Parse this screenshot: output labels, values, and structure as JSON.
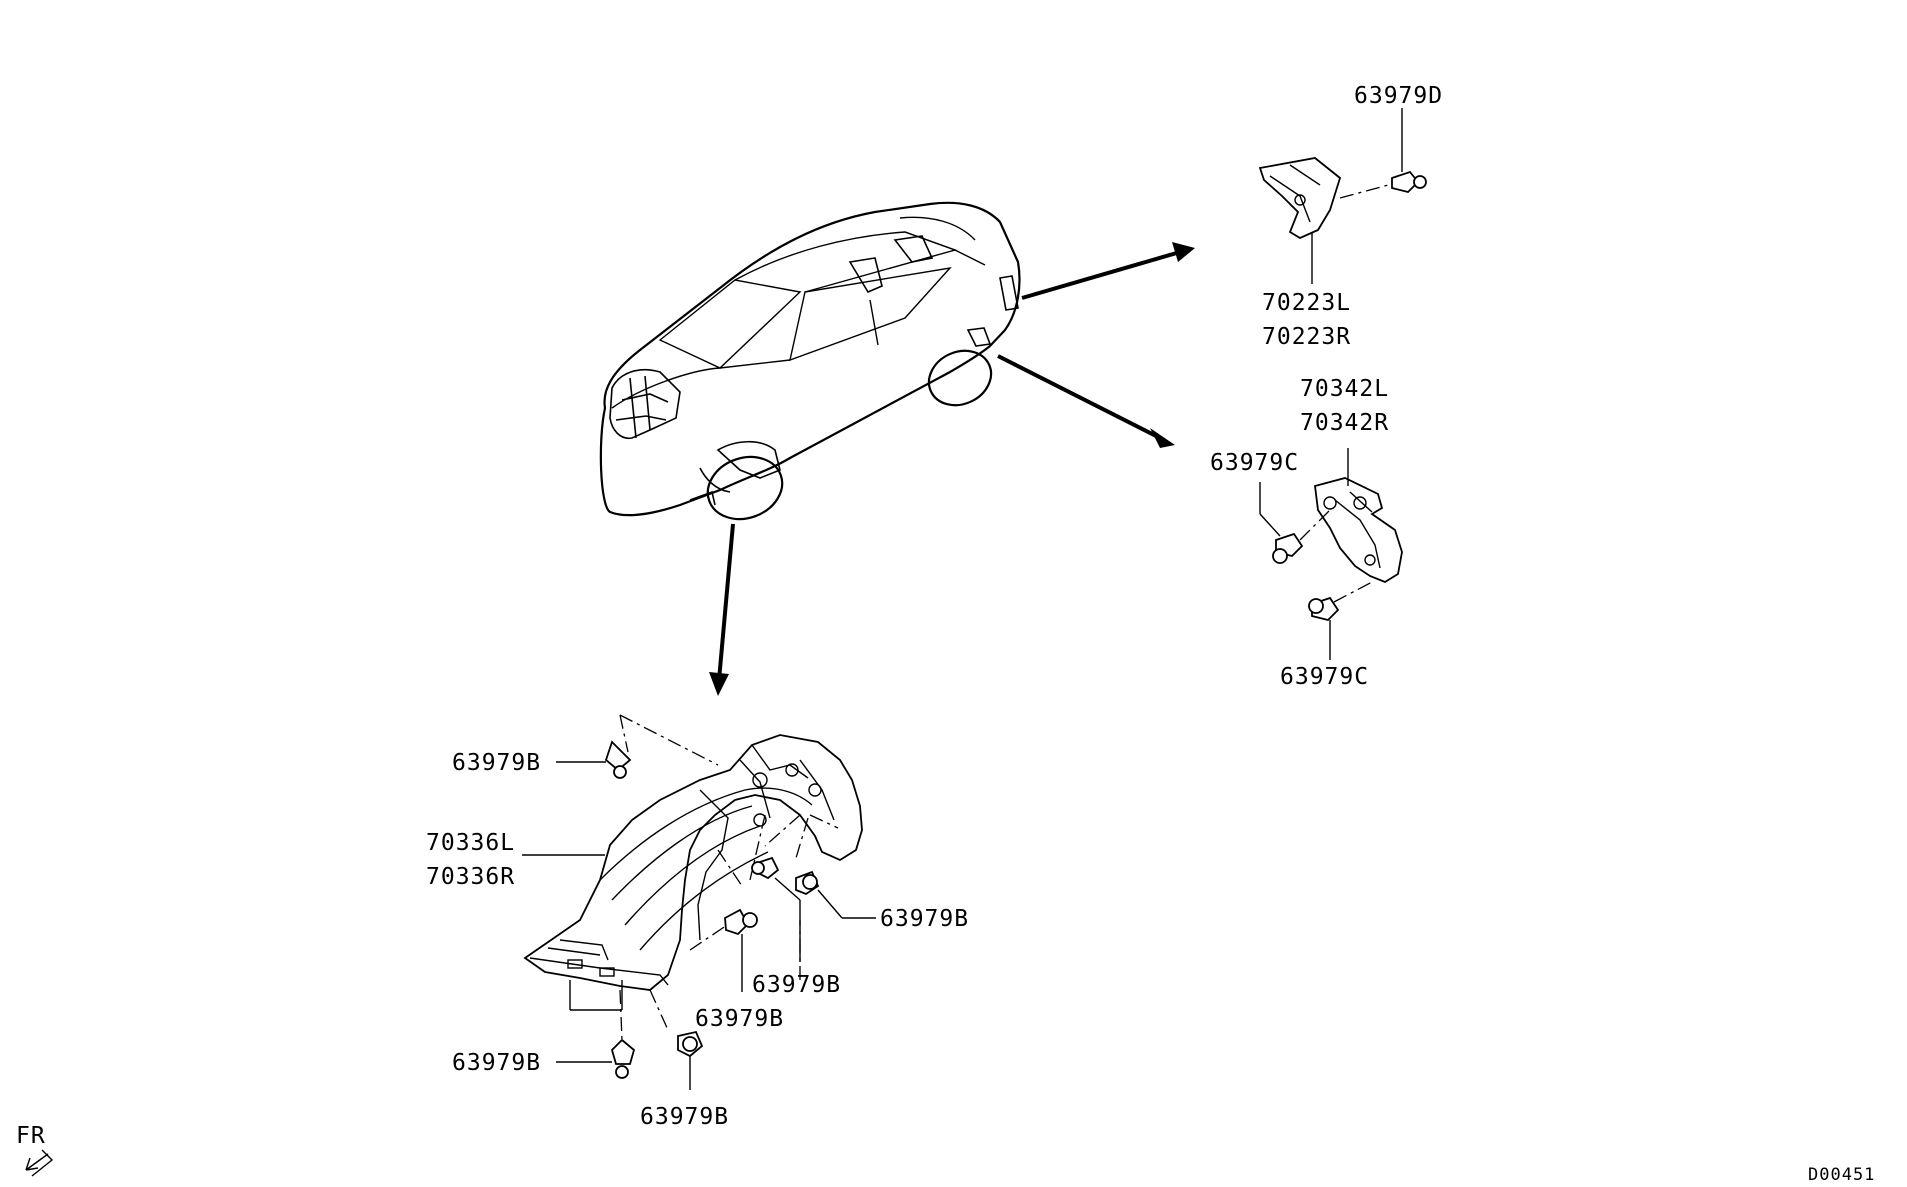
{
  "labels": {
    "p63979D": "63979D",
    "p70223L": "70223L",
    "p70223R": "70223R",
    "p70342L": "70342L",
    "p70342R": "70342R",
    "p63979C_a": "63979C",
    "p63979C_b": "63979C",
    "p63979B_1": "63979B",
    "p70336L": "70336L",
    "p70336R": "70336R",
    "p63979B_2": "63979B",
    "p63979B_3": "63979B",
    "p63979B_4": "63979B",
    "p63979B_5": "63979B",
    "p63979B_6": "63979B"
  },
  "direction_label": "FR",
  "diagram_code": "D00451",
  "icons": {
    "front_direction": "arrow-down-left-icon"
  }
}
